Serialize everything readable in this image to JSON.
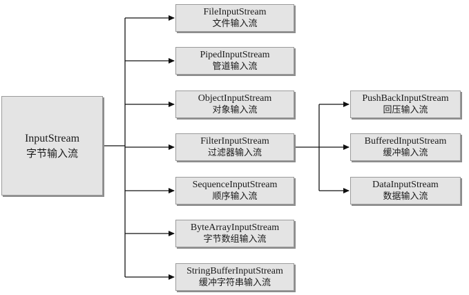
{
  "root": {
    "en": "InputStream",
    "zh": "字节输入流"
  },
  "children": [
    {
      "en": "FileInputStream",
      "zh": "文件输入流"
    },
    {
      "en": "PipedInputStream",
      "zh": "管道输入流"
    },
    {
      "en": "ObjectInputStream",
      "zh": "对象输入流"
    },
    {
      "en": "FilterInputStream",
      "zh": "过滤器输入流"
    },
    {
      "en": "SequenceInputStream",
      "zh": "顺序输入流"
    },
    {
      "en": "ByteArrayInputStream",
      "zh": "字节数组输入流"
    },
    {
      "en": "StringBufferInputStream",
      "zh": "缓冲字符串输入流"
    }
  ],
  "filter_children": [
    {
      "en": "PushBackInputStream",
      "zh": "回压输入流"
    },
    {
      "en": "BufferedInputStream",
      "zh": "缓冲输入流"
    },
    {
      "en": "DataInputStream",
      "zh": "数据输入流"
    }
  ]
}
